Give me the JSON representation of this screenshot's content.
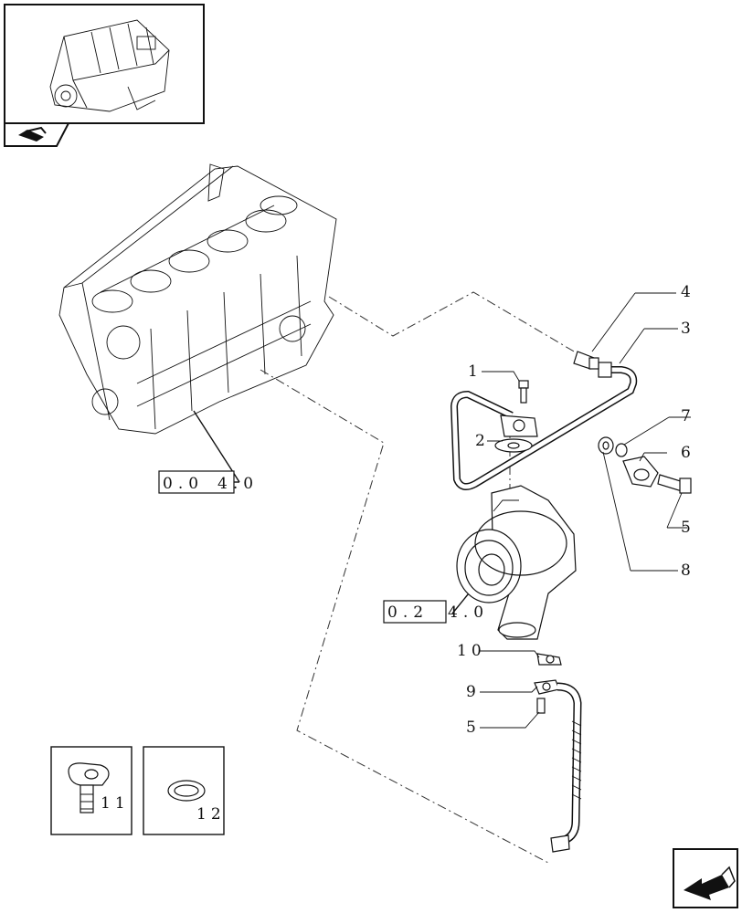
{
  "part_labels": [
    {
      "id": "1",
      "text": "1"
    },
    {
      "id": "2",
      "text": "2"
    },
    {
      "id": "3",
      "text": "3"
    },
    {
      "id": "4",
      "text": "4"
    },
    {
      "id": "5a",
      "text": "5"
    },
    {
      "id": "6",
      "text": "6"
    },
    {
      "id": "7",
      "text": "7"
    },
    {
      "id": "8",
      "text": "8"
    },
    {
      "id": "9",
      "text": "9"
    },
    {
      "id": "10",
      "text": "10"
    },
    {
      "id": "5b",
      "text": "5"
    },
    {
      "id": "11",
      "text": "11"
    },
    {
      "id": "12",
      "text": "12"
    }
  ],
  "references": {
    "block": {
      "box": "0.0",
      "tail": "4.0"
    },
    "turbo": {
      "box": "0.2",
      "tail": "4.0"
    }
  },
  "icons": {
    "thumbnail": "engine-thumbnail",
    "nav_badge": "book-arrow-icon",
    "next_page": "next-page-arrow-icon"
  }
}
